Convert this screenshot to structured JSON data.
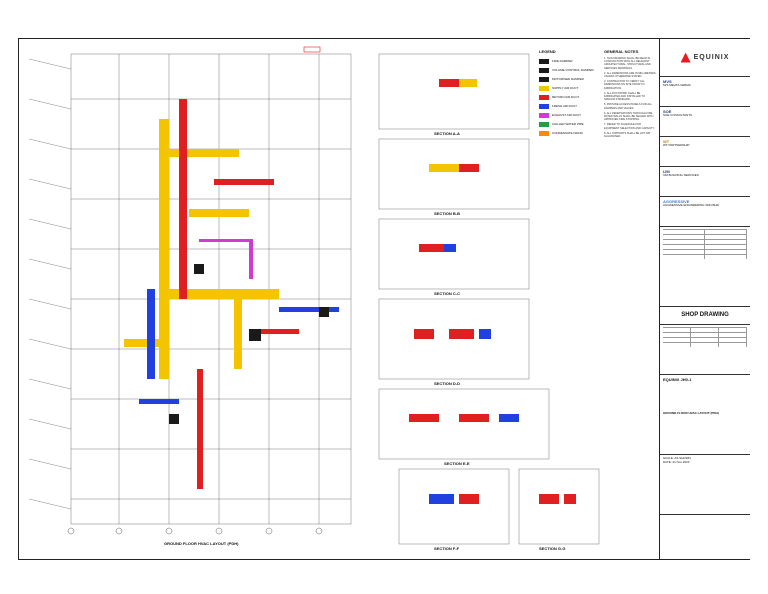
{
  "sheet": {
    "main_plan_title": "GROUND FLOOR HVAC LAYOUT (PDH)",
    "sections": [
      {
        "name": "SECTION A-A"
      },
      {
        "name": "SECTION B-B"
      },
      {
        "name": "SECTION C-C"
      },
      {
        "name": "SECTION D-D"
      },
      {
        "name": "SECTION E-E"
      },
      {
        "name": "SECTION F-F"
      },
      {
        "name": "SECTION G-G"
      }
    ]
  },
  "legend": {
    "title": "LEGEND",
    "items": [
      {
        "label": "FIRE DAMPER",
        "color": "#1a1a1a"
      },
      {
        "label": "VOLUME CONTROL DAMPER",
        "color": "#1a1a1a"
      },
      {
        "label": "MOTORISED DAMPER",
        "color": "#1a1a1a"
      },
      {
        "label": "SUPPLY AIR DUCT",
        "color": "#f2c500"
      },
      {
        "label": "RETURN AIR DUCT",
        "color": "#e02020"
      },
      {
        "label": "FRESH AIR DUCT",
        "color": "#2040e0"
      },
      {
        "label": "EXHAUST AIR DUCT",
        "color": "#d23ad2"
      },
      {
        "label": "CHILLED WATER PIPE",
        "color": "#20a040"
      },
      {
        "label": "CONDENSATE DRAIN",
        "color": "#ff8a00"
      }
    ]
  },
  "notes": {
    "title": "GENERAL NOTES",
    "items": [
      "1. THIS DRAWING SHALL BE READ IN CONJUNCTION WITH ALL RELEVANT ARCHITECTURAL, STRUCTURAL AND SERVICES DRAWINGS.",
      "2. ALL DIMENSIONS ARE IN MILLIMETRES UNLESS OTHERWISE STATED.",
      "3. CONTRACTOR TO VERIFY ALL DIMENSIONS ON SITE PRIOR TO FABRICATION.",
      "4. ALL DUCTWORK SHALL BE FABRICATED AND INSTALLED TO SMACNA STANDARD.",
      "5. PROVIDE ACCESS PANELS FOR ALL DAMPERS AND VALVES.",
      "6. ALL PENETRATIONS THROUGH FIRE RATED WALLS SHALL BE SEALED WITH APPROVED FIRE STOPPING.",
      "7. REFER TO SCHEDULE FOR EQUIPMENT SELECTION AND CAPACITY.",
      "8. ALL SUPPORTS SHALL BE HOT DIP GALVANISED."
    ]
  },
  "title_block": {
    "client": "EQUINIX",
    "consultants": [
      {
        "tag": "MVS",
        "name": "M/S MEHTA VERMA"
      },
      {
        "tag": "SOE",
        "name": "SOE CONSULTANTS"
      },
      {
        "tag": "WT",
        "name": "WT PARTNERSHIP"
      },
      {
        "tag": "IJM",
        "name": "IJM BUILDING SERVICES"
      },
      {
        "tag": "AGGRESSIVE",
        "name": "AGGRESSIVE ENGINEERING SDN BHD"
      }
    ],
    "status": "SHOP DRAWING",
    "project": "EQUINIX JH0-1",
    "drawing_title": "GROUND FLOOR HVAC LAYOUT (PDH)",
    "scale_label": "SCALE",
    "scale": "AS SHOWN",
    "date_label": "DATE",
    "date": "21 Nov 2023"
  }
}
